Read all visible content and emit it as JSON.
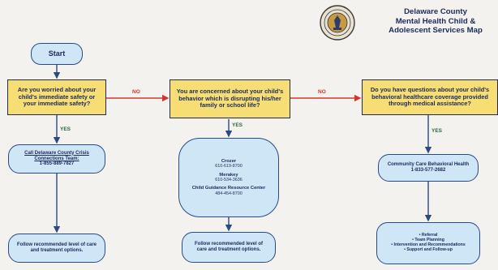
{
  "header": {
    "title_lines": [
      "Delaware County",
      "Mental Health Child &",
      "Adolescent Services Map"
    ]
  },
  "flow": {
    "start": "Start",
    "q1": "Are you worried about your child's immediate safety or your immediate safety?",
    "q2": "You are concerned about your child's behavior which is disrupting his/her family or school life?",
    "q3": "Do you have questions about your child's behavioral healthcare coverage provided through medical assistance?",
    "no_label_1": "NO",
    "no_label_2": "NO",
    "yes_label_1": "YES",
    "yes_label_2": "YES",
    "yes_label_3": "YES",
    "crisis": {
      "line1": "Call Delaware County Crisis",
      "line2": "Connections Team:",
      "phone": "1-855-889-7827"
    },
    "providers": {
      "crozer_name": "Crozer",
      "crozer_phone": "610-619-8700",
      "merakey_name": "Merakey",
      "merakey_phone": "610-534-3636",
      "cgrc_name": "Child Guidance Resource Center",
      "cgrc_phone": "484-454-8700"
    },
    "ccbh": {
      "name": "Community Care Behavioral Health",
      "phone": "1-833-577-2682"
    },
    "follow1": "Follow recommended level of care and treatment options.",
    "follow2": "Follow recommended level of care and treatment options.",
    "services": [
      "• Referral",
      "• Team Planning",
      "• Intervention and Recommendations",
      "• Support and Follow-up"
    ]
  },
  "colors": {
    "question_fill": "#f6dd74",
    "pill_fill": "#cfe6f6",
    "outline": "#1f2a55",
    "no_arrow": "#d3362f",
    "yes_text": "#2a6a3a"
  },
  "icons": {
    "seal": "county-seal-icon"
  }
}
